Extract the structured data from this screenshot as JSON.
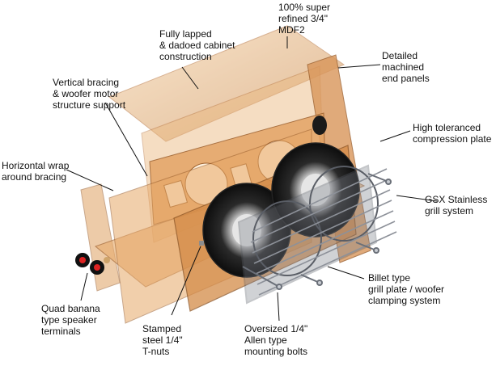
{
  "callouts": {
    "mdf": "100% super\nrefined 3/4\"\nMDF2",
    "cabinet": "Fully lapped\n& dadoed cabinet\nconstruction",
    "end_panels": "Detailed\nmachined\nend panels",
    "vertical_bracing": "Vertical bracing\n& woofer motor\nstructure support",
    "compression_plate": "High toleranced\ncompression plate",
    "horizontal_bracing": "Horizontal wrap\naround bracing",
    "grill": "GSX Stainless\ngrill system",
    "grill_plate": "Billet type\ngrill plate / woofer\nclamping system",
    "terminals": "Quad banana\ntype speaker\nterminals",
    "t_nuts": "Stamped\nsteel 1/4\"\nT-nuts",
    "bolts": "Oversized 1/4\"\nAllen type\nmounting bolts"
  },
  "colors": {
    "wood": "#e0a262",
    "wood_dark": "#b8733a",
    "wood_light": "#f2c58f",
    "grill_frame": "#6a6f78",
    "steel": "#c8ccd2",
    "woofer": "#1a1a1a",
    "leader": "#111111"
  }
}
